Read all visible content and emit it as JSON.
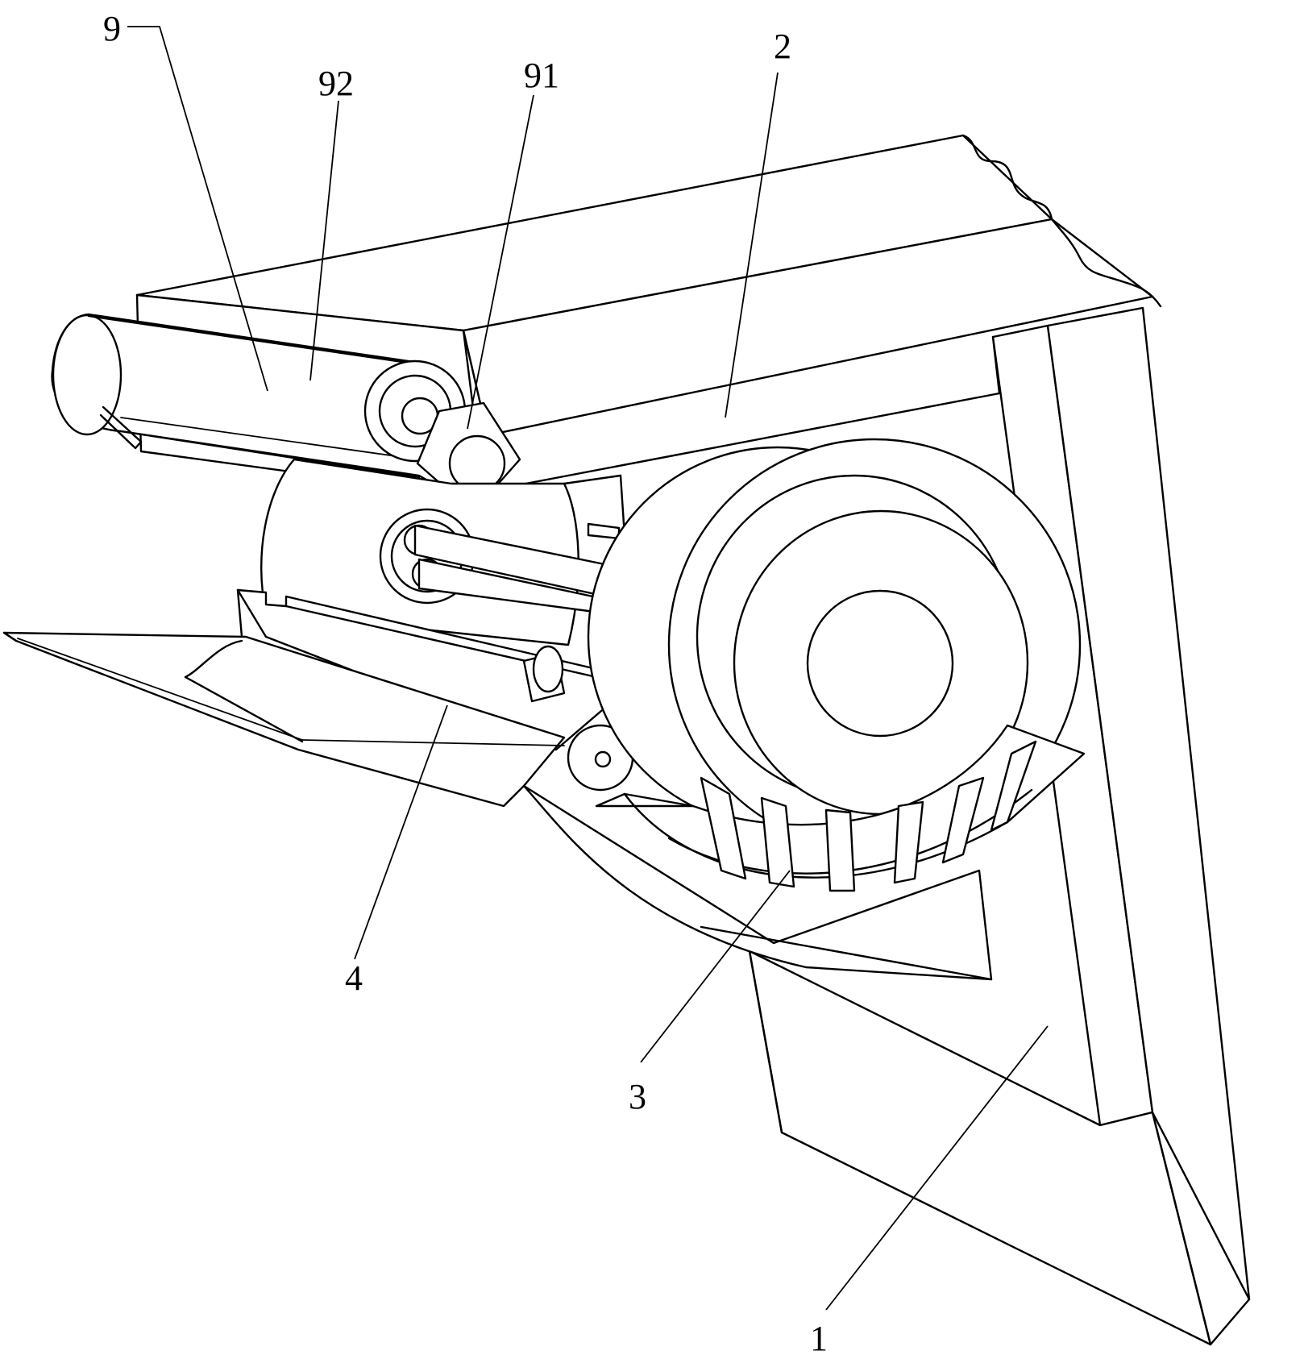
{
  "callouts": [
    {
      "id": "9",
      "label": "9"
    },
    {
      "id": "92",
      "label": "92"
    },
    {
      "id": "91",
      "label": "91"
    },
    {
      "id": "2",
      "label": "2"
    },
    {
      "id": "4",
      "label": "4"
    },
    {
      "id": "3",
      "label": "3"
    },
    {
      "id": "1",
      "label": "1"
    }
  ],
  "colors": {
    "line": "#000000",
    "background": "#ffffff"
  }
}
